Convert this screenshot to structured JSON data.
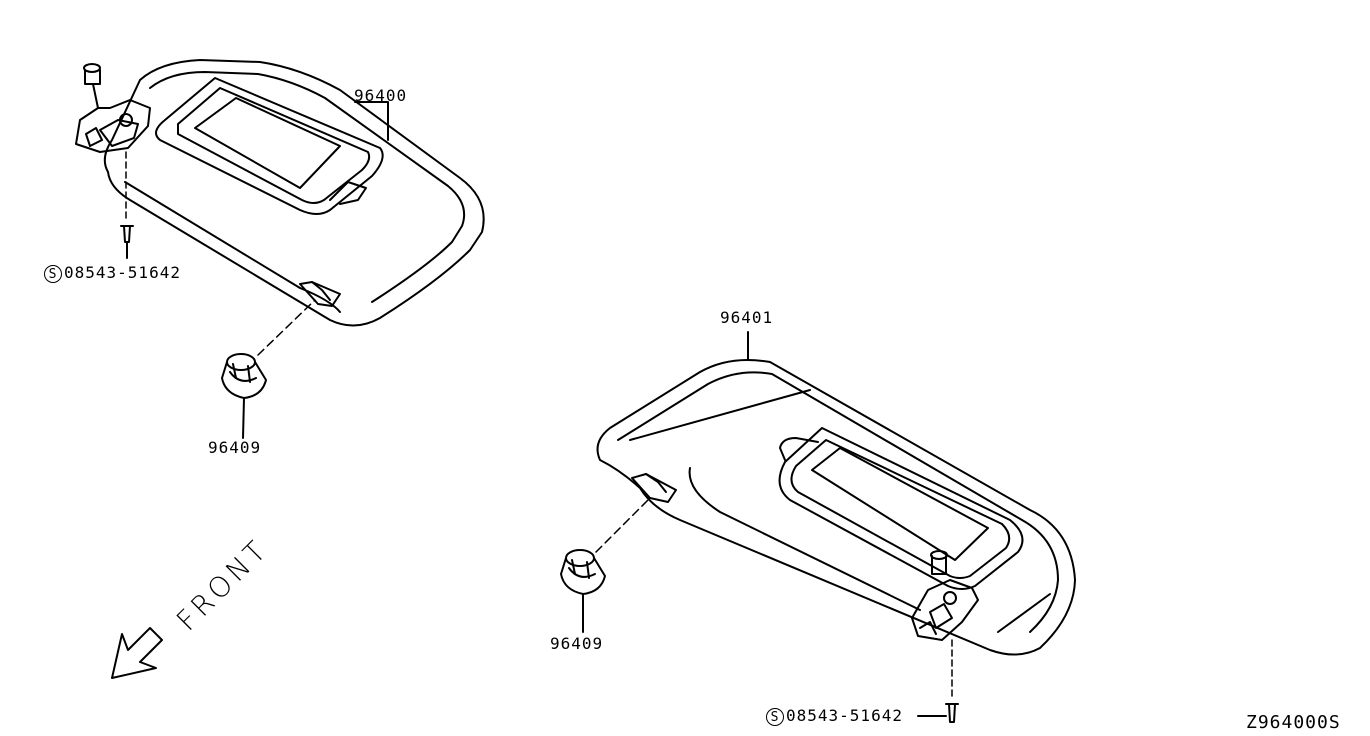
{
  "labels": {
    "visor_left": "96400",
    "visor_right": "96401",
    "clip_left": "96409",
    "clip_right": "96409",
    "screw_left": "08543-51642",
    "screw_right": "08543-51642",
    "screw_symbol": "S"
  },
  "front_label": "FRONT",
  "ref_code": "Z964000S"
}
